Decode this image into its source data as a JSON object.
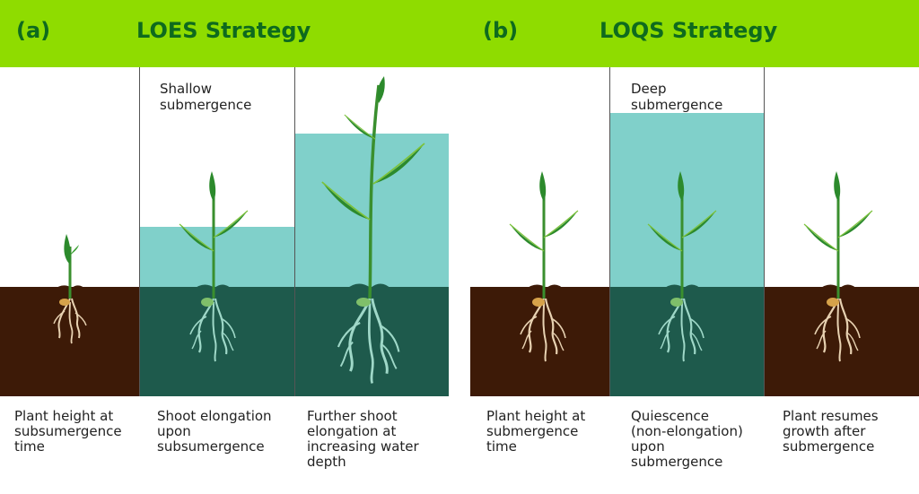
{
  "header": {
    "left_tag": "(a)",
    "left_title": "LOES Strategy",
    "right_tag": "(b)",
    "right_title": "LOQS Strategy"
  },
  "colors": {
    "header_green": "#8fdc00",
    "title_green": "#0e6a1e",
    "soil": "#3d1a07",
    "submerged_soil": "#1e5a4c",
    "water": "#80d0ca",
    "leaf": "#2c8a2c",
    "root": "#e8d2b2",
    "seed": "#d6a24a"
  },
  "panels": {
    "loes_shallow_label": [
      "Shallow",
      "submergence"
    ],
    "loqs_deep_label": [
      "Deep",
      "submergence"
    ]
  },
  "captions": [
    [
      "Plant height at",
      "subsumergence",
      "time"
    ],
    [
      "Shoot elongation",
      "upon",
      "subsumergence"
    ],
    [
      "Further shoot",
      "elongation at",
      "increasing water",
      "depth"
    ],
    [
      "Plant height at",
      "submergence",
      "time"
    ],
    [
      "Quiescence",
      "(non-elongation)",
      "upon",
      "submergence"
    ],
    [
      "Plant resumes",
      "growth after",
      "submergence"
    ]
  ]
}
